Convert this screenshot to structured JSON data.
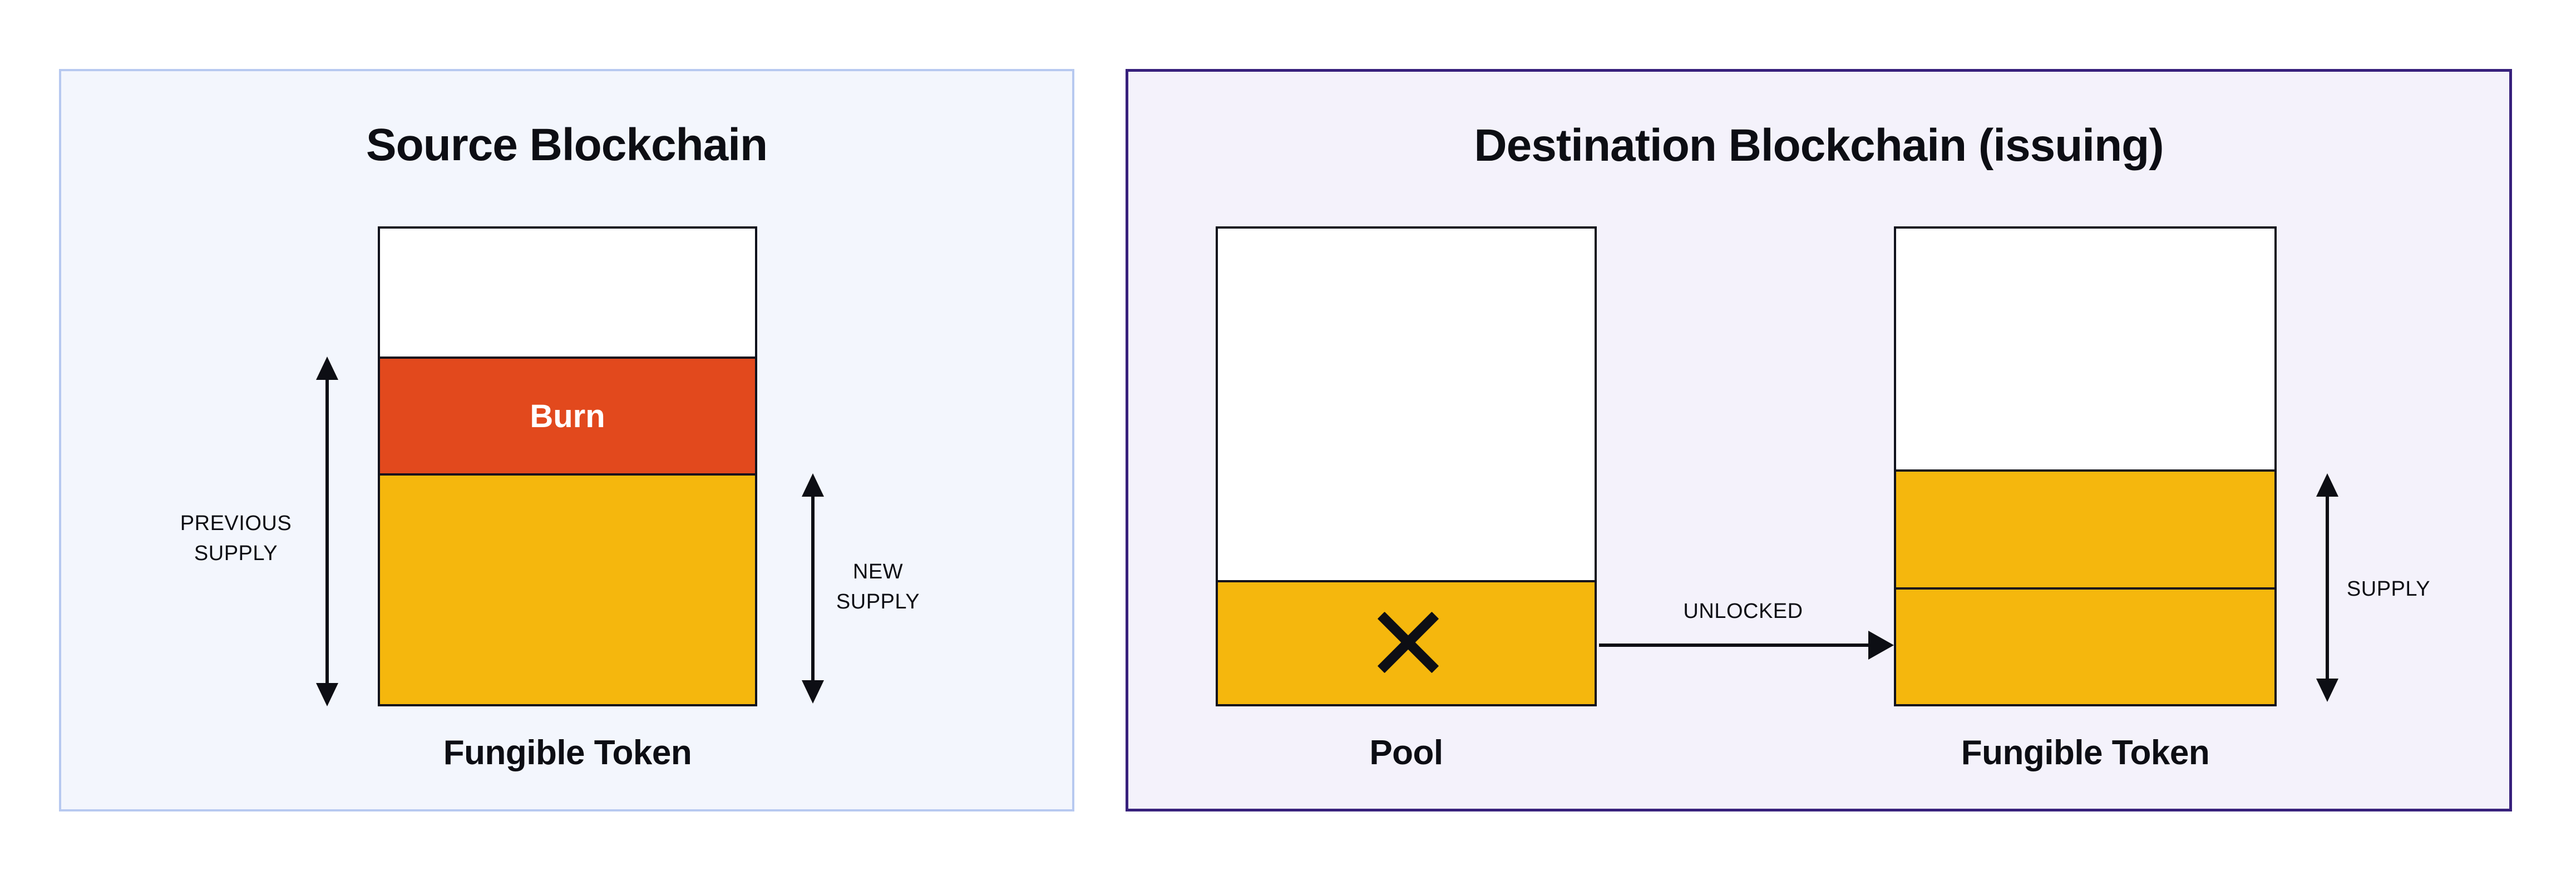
{
  "panels": {
    "source": {
      "title": "Source Blockchain",
      "burn_label": "Burn",
      "token_caption": "Fungible Token",
      "previous_supply": {
        "line1": "PREVIOUS",
        "line2": "SUPPLY"
      },
      "new_supply": {
        "line1": "NEW",
        "line2": "SUPPLY"
      }
    },
    "destination": {
      "title": "Destination Blockchain (issuing)",
      "pool_caption": "Pool",
      "token_caption": "Fungible Token",
      "unlocked_label": "UNLOCKED",
      "supply_label": "SUPPLY"
    }
  },
  "icons": {
    "x_mark": "cross",
    "previous_supply_arrow": "double-headed-vertical-arrow",
    "new_supply_arrow": "double-headed-vertical-arrow",
    "supply_arrow": "double-headed-vertical-arrow",
    "unlocked_arrow": "right-arrow"
  },
  "colors": {
    "token_yellow": "#F5B70D",
    "burn_orange": "#E2491D",
    "source_panel_border": "#B7C9F0",
    "source_panel_bg": "#F3F6FD",
    "destination_panel_border": "#38217C",
    "destination_panel_bg": "#F4F2FB",
    "bar_outline": "#10121C",
    "ink": "#0D0E14",
    "burn_text": "#FFFFFF",
    "canvas_bg": "#FFFFFF"
  }
}
